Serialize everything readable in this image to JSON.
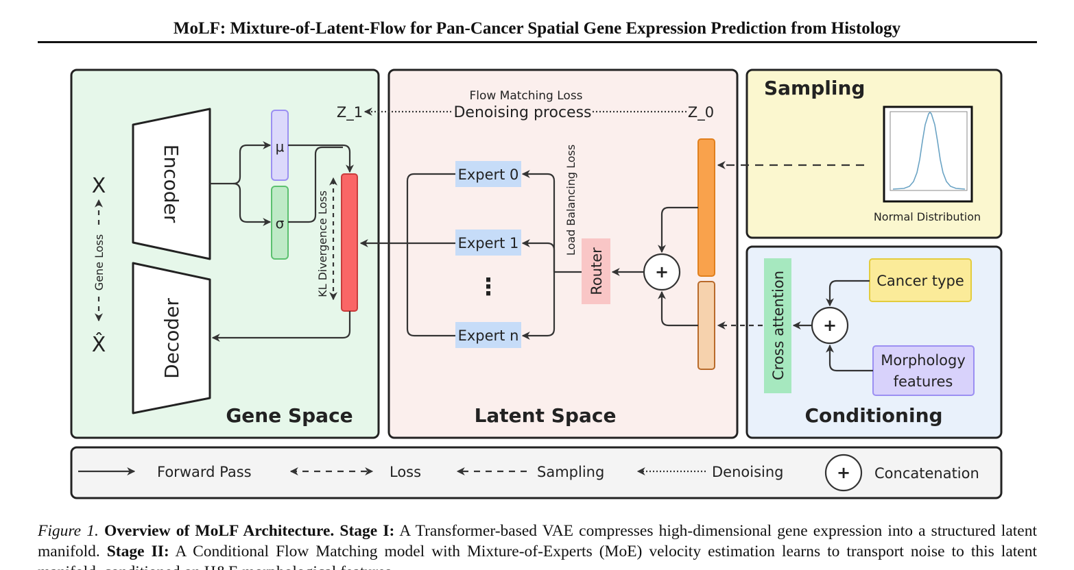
{
  "paper": {
    "running_title": "MoLF: Mixture-of-Latent-Flow for Pan-Cancer Spatial Gene Expression Prediction from Histology"
  },
  "figure": {
    "gene_space": {
      "panel_title": "Gene Space",
      "encoder": "Encoder",
      "decoder": "Decoder",
      "mu": "μ",
      "sigma": "σ",
      "x": "X",
      "x_hat": "X̂",
      "gene_loss": "Gene Loss",
      "kl_loss": "KL Divergence Loss"
    },
    "latent_space": {
      "panel_title": "Latent Space",
      "flow_matching_loss": "Flow Matching Loss",
      "denoising_process": "Denoising process",
      "z1": "Z_1",
      "z0": "Z_0",
      "experts": [
        "Expert 0",
        "Expert 1",
        "Expert n"
      ],
      "ellipsis": "⋮",
      "router": "Router",
      "load_balancing_loss": "Load Balancing Loss",
      "concat_symbol": "+"
    },
    "sampling": {
      "panel_title": "Sampling",
      "distribution_label": "Normal Distribution"
    },
    "conditioning": {
      "panel_title": "Conditioning",
      "cross_attention": "Cross attention",
      "cancer_type": "Cancer type",
      "morphology_line1": "Morphology",
      "morphology_line2": "features",
      "concat_symbol": "+"
    },
    "legend": {
      "forward": "Forward Pass",
      "loss": "Loss",
      "sampling": "Sampling",
      "denoising": "Denoising",
      "concatenation": "Concatenation",
      "concat_symbol": "+"
    },
    "colors": {
      "gene_bg": "#e6f7ea",
      "latent_bg": "#fbefed",
      "sampling_bg": "#fbf7cf",
      "conditioning_bg": "#e9f1fb",
      "mu_box": "#dcd9fb",
      "sigma_box": "#bfeac7",
      "latent_bar": "#fa6666",
      "expert_box": "#c6dcf8",
      "router_box": "#f9c6c6",
      "orange_bar": "#f9a24c",
      "peach_bar": "#f6d2ad",
      "cross_attention_box": "#a6e8bf",
      "cancer_type_box": "#fbeb99",
      "morphology_box": "#d8d2fb",
      "curve": "#6aa3c4"
    }
  },
  "caption": {
    "figure_label": "Figure 1.",
    "title": "Overview of MoLF Architecture.",
    "stage1_label": "Stage I:",
    "stage1_text": "A Transformer-based VAE compresses high-dimensional gene expression into a structured latent manifold.",
    "stage2_label": "Stage II:",
    "stage2_text": "A Conditional Flow Matching model with Mixture-of-Experts (MoE) velocity estimation learns to transport noise to this latent manifold, conditioned on H&E morphological features."
  }
}
